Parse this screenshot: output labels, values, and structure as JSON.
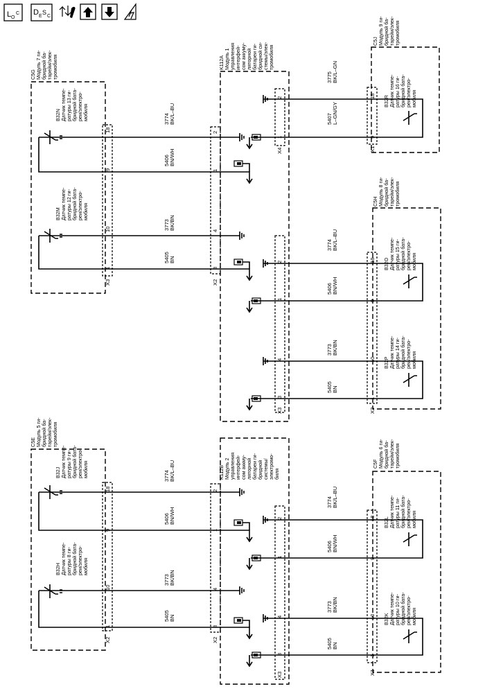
{
  "toolbar": {
    "loc_icon": "location-of-components-icon",
    "desc_icon": "description-icon",
    "connector_icon": "connector-view-icon",
    "up_icon": "arrow-up-icon",
    "down_icon": "arrow-down-icon",
    "esd_icon": "esd-warning-icon",
    "loc_l": "L",
    "loc_sub": "O",
    "loc_sub2": "C",
    "desc_d": "D",
    "desc_sub": "E",
    "desc_s": "S",
    "desc_sub2": "C"
  },
  "modules": {
    "c5g": [
      "C5G",
      "Модуль 7 ги-",
      "бридной ба-",
      "тарейи/элек-",
      "тромобиля"
    ],
    "c5j": [
      "C5J",
      "Модуль 9 ги-",
      "бридной ба-",
      "тарейи/элек-",
      "тромобиля"
    ],
    "c5h": [
      "C5H",
      "Модуль 8 ги-",
      "бридной ба-",
      "тарейи/элек-",
      "тромобиля"
    ],
    "c5e": [
      "C5E",
      "Модуль 5 ги-",
      "бридной ба-",
      "тарейи/элек-",
      "тромобиля"
    ],
    "c5f": [
      "C5F",
      "Модуль 6 ги-",
      "бридной ба-",
      "тарейи/элек-",
      "тромобиля"
    ]
  },
  "controllers": {
    "k112a": [
      "K112A",
      "Модуль 1",
      "управления",
      "интерфей-",
      "сом аккуму-",
      "ляторной",
      "батареи ги-",
      "бридной си-",
      "стемы/элек-",
      "тромобиля"
    ],
    "k112b": [
      "K112B",
      "Модуль 2",
      "управления",
      "интерфей-",
      "сом аккму-",
      "ляторной",
      "батареи ги-",
      "бридной",
      "системы/",
      "электромо-",
      "биля"
    ]
  },
  "sensors": {
    "b32n": [
      "B32N",
      "Датчик темпе-",
      "ратуры 13 ги-",
      "бридной бата-",
      "реи/электро-",
      "мобиля"
    ],
    "b32m": [
      "B32M",
      "Датчик темпе-",
      "ратуры 12 ги-",
      "бридной бата-",
      "реи/электро-",
      "мобиля"
    ],
    "b32r": [
      "B32R",
      "Датчик темпе-",
      "ратуры 16 ги-",
      "бридной бата-",
      "реи/электро-",
      "мобиля"
    ],
    "b32o": [
      "B32O",
      "Датчик темпе-",
      "ратуры 15 ги-",
      "бридной бата-",
      "реи/электро-",
      "мобиля"
    ],
    "b32p": [
      "B32P",
      "Датчик темпе-",
      "ратуры 14 ги-",
      "бридной бата-",
      "реи/электро-",
      "мобиля"
    ],
    "b32j": [
      "B32J",
      "Датчик темпе-",
      "ратуры 9 ги-",
      "бридной бата-",
      "реи/электро-",
      "мобиля"
    ],
    "b32h": [
      "B32H",
      "Датчик темпе-",
      "ратуры 8 ги-",
      "бридной бата-",
      "реи/электро-",
      "мобиля"
    ],
    "b32l": [
      "B32L",
      "Датчик темпе-",
      "ратуры 11 ги-",
      "бридной бата-",
      "реи/электро-",
      "мобиля"
    ],
    "b32k": [
      "B32K",
      "Датчик темпе-",
      "ратуры 10 ги-",
      "бридной бата-",
      "реи/электро-",
      "мобиля"
    ]
  },
  "wires": {
    "w3774_top": [
      "3774",
      "BK/L–BU"
    ],
    "w5406_top": [
      "5406",
      "BN/WH"
    ],
    "w3773_top": [
      "3773",
      "BK/BN"
    ],
    "w5405_top": [
      "5405",
      "BN"
    ],
    "w3775": [
      "3775",
      "BK/L–GN"
    ],
    "w5407": [
      "5407",
      "L–GN/GY"
    ],
    "w3774_h": [
      "3774",
      "BK/L–BU"
    ],
    "w5406_h": [
      "5406",
      "BN/WH"
    ],
    "w3773_h": [
      "3773",
      "BK/BN"
    ],
    "w5405_h": [
      "5405",
      "BN"
    ],
    "w3774_e": [
      "3774",
      "BK/L–BU"
    ],
    "w5406_e": [
      "5406",
      "BN/WH"
    ],
    "w3773_e": [
      "3773",
      "BK/BN"
    ],
    "w5405_e": [
      "5405",
      "BN"
    ],
    "w3774_f": [
      "3774",
      "BK/L–BU"
    ],
    "w5406_f": [
      "5406",
      "BN/WH"
    ],
    "w3773_f": [
      "3773",
      "BK/BN"
    ],
    "w5405_f": [
      "5405",
      "BN"
    ]
  },
  "connectors": {
    "x3_g": "X3",
    "x2_k112a": "X2",
    "x4_k112a": "X4",
    "x1_j": "X1",
    "x3_k112a": "X3",
    "x2_h": "X2",
    "x2_e": "X2",
    "x2_k112b": "X2",
    "x3_k112b": "X3",
    "x1_f": "X1"
  },
  "pins": {
    "g18": "18",
    "g9": "9",
    "g10": "10",
    "g1": "1",
    "a2_top": "2",
    "a1_top": "1",
    "a4": "4",
    "a3": "3",
    "j18": "18",
    "j9": "9",
    "a2_x4": "2",
    "a1_x4": "1",
    "h18": "18",
    "h9": "9",
    "h10": "10",
    "h1": "1",
    "a2_x3": "2",
    "a1_x3": "1",
    "a4_x3": "4",
    "a3_x3": "3",
    "e18": "18",
    "e9": "9",
    "e10": "10",
    "e1": "1",
    "b2": "2",
    "b1": "1",
    "b4": "4",
    "b3": "3",
    "f18": "18",
    "f9": "9",
    "f10": "10",
    "f1": "1",
    "b2_x3": "2",
    "b1_x3": "1",
    "b4_x3": "4",
    "b3_x3": "3"
  }
}
